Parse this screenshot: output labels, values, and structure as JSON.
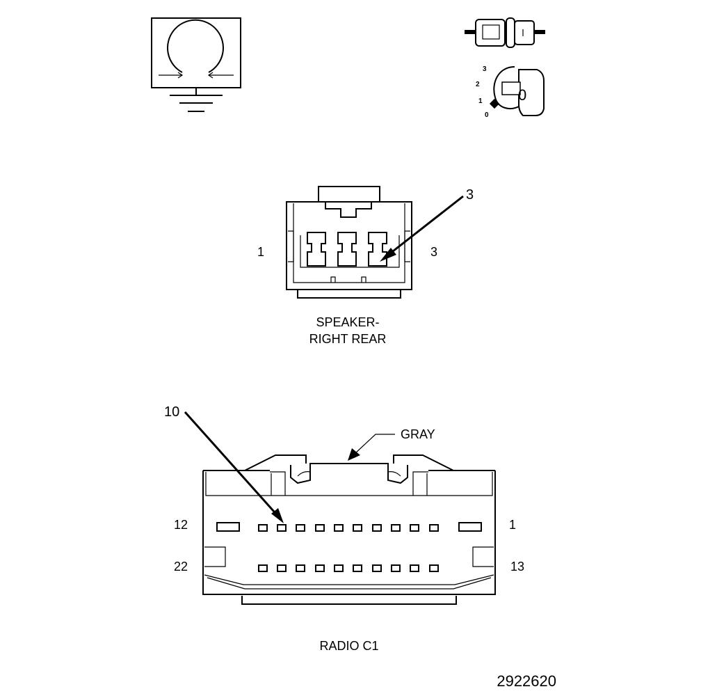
{
  "ground_symbol": {
    "icon": "ground-loop-icon"
  },
  "ignition_switch": {
    "icon": "ignition-key-icon",
    "positions": [
      "3",
      "2",
      "1",
      "0"
    ],
    "key_label": "0"
  },
  "speaker_connector": {
    "title_line1": "SPEAKER-",
    "title_line2": "RIGHT REAR",
    "pin_left": "1",
    "pin_right": "3",
    "callout": "3"
  },
  "radio_connector": {
    "title": "RADIO C1",
    "color_label": "GRAY",
    "callout": "10",
    "row1_left": "12",
    "row1_right": "1",
    "row2_left": "22",
    "row2_right": "13"
  },
  "figure_number": "2922620"
}
